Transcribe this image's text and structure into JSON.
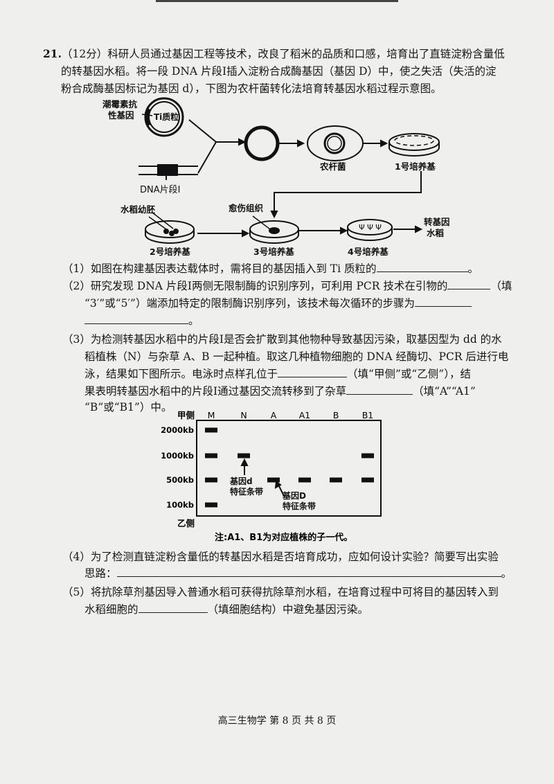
{
  "question": {
    "number": "21.",
    "score": "（12分）",
    "intro_l1": "科研人员通过基因工程等技术，改良了稻米的品质和口感，培育出了直链淀粉含量低",
    "intro_l2": "的转基因水稻。将一段 DNA 片段Ⅰ插入淀粉合成酶基因（基因 D）中，使之失活（失活的淀",
    "intro_l3": "粉合成酶基因标记为基因 d），下图为农杆菌转化法培育转基因水稻过程示意图。"
  },
  "diagram": {
    "resistance_gene_l1": "潮霉素抗",
    "resistance_gene_l2": "性基因",
    "ti_plasmid": "Ti质粒",
    "dna_fragment": "DNA片段Ⅰ",
    "agrobacterium": "农杆菌",
    "medium1": "1号培养基",
    "rice_embryo": "水稻幼胚",
    "medium2": "2号培养基",
    "callus": "愈伤组织",
    "medium3": "3号培养基",
    "medium4": "4号培养基",
    "transgenic_l1": "转基因",
    "transgenic_l2": "水稻"
  },
  "q1": {
    "text": "（1）如图在构建基因表达载体时，需将目的基因插入到 Ti 质粒的",
    "end": "。"
  },
  "q2": {
    "l1": "（2）研究发现 DNA 片段Ⅰ两侧无限制酶的识别序列，可利用 PCR 技术在引物的",
    "l1_end": "（填",
    "l2": "“3′”或“5′”）端添加特定的限制酶识别序列，该技术每次循环的步骤为",
    "l3_end": "。"
  },
  "q3": {
    "l1": "（3）为检测转基因水稻中的片段Ⅰ是否会扩散到其他物种导致基因污染，取基因型为 dd 的水",
    "l2": "稻植株（N）与杂草 A、B 一起种植。取这几种植物细胞的 DNA 经酶切、PCR 后进行电",
    "l3a": "泳，结果如下图所示。电泳时点样孔位于",
    "l3b": "（填“甲侧”或“乙侧”），结",
    "l4a": "果表明转基因水稻中的片段Ⅰ通过基因交流转移到了杂草",
    "l4b": "（填“A”“A1”",
    "l5": "“B”或“B1”）中。"
  },
  "gel": {
    "top_side": "甲侧",
    "bottom_side": "乙侧",
    "lanes": [
      "M",
      "N",
      "A",
      "A1",
      "B",
      "B1"
    ],
    "markers": [
      "2000kb",
      "1000kb",
      "500kb",
      "100kb"
    ],
    "bands": {
      "M": [
        "2000kb",
        "1000kb",
        "500kb",
        "100kb"
      ],
      "N": [
        "1000kb"
      ],
      "A": [
        "500kb"
      ],
      "A1": [
        "500kb"
      ],
      "B": [
        "500kb"
      ],
      "B1": [
        "1000kb",
        "500kb"
      ]
    },
    "label_d_l1": "基因d",
    "label_d_l2": "特征条带",
    "label_D_l1": "基因D",
    "label_D_l2": "特征条带",
    "note": "注:A1、B1为对应植株的子一代。"
  },
  "q4": {
    "l1": "（4）为了检测直链淀粉含量低的转基因水稻是否培育成功，应如何设计实验？简要写出实验",
    "l2": "思路：",
    "l2_end": "。"
  },
  "q5": {
    "l1": "（5）将抗除草剂基因导入普通水稻可获得抗除草剂水稻，在培育过程中可将目的基因转入到",
    "l2a": "水稻细胞的",
    "l2b": "（填细胞结构）中避免基因污染。"
  },
  "footer": "高三生物学  第 8 页  共 8 页"
}
